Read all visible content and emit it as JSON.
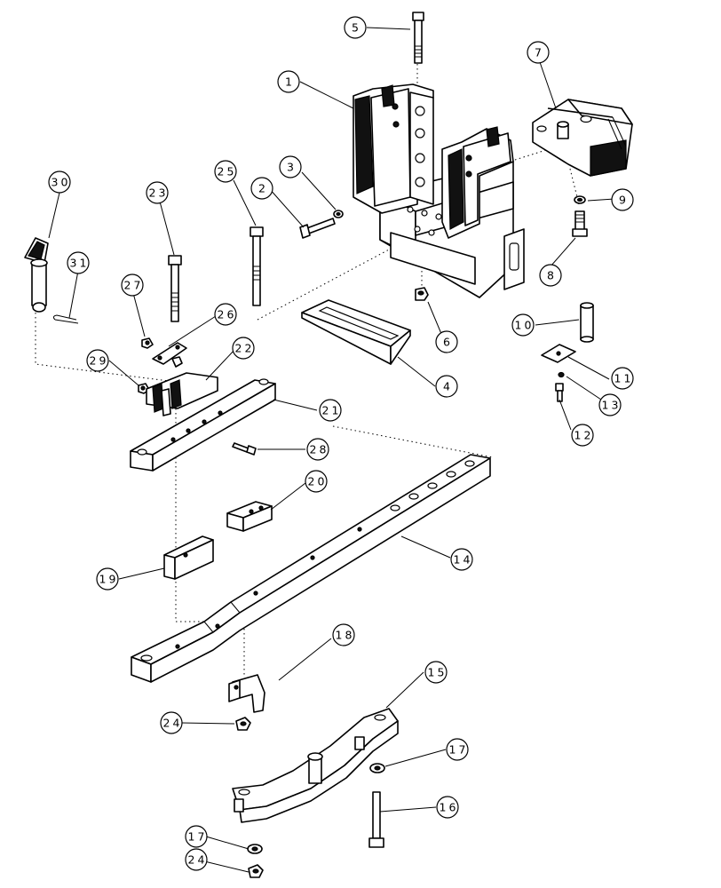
{
  "balloons": [
    {
      "label": "1"
    },
    {
      "label": "2"
    },
    {
      "label": "3"
    },
    {
      "label": "4"
    },
    {
      "label": "5"
    },
    {
      "label": "6"
    },
    {
      "label": "7"
    },
    {
      "label": "8"
    },
    {
      "label": "9"
    },
    {
      "label": "10"
    },
    {
      "label": "11"
    },
    {
      "label": "12"
    },
    {
      "label": "13"
    },
    {
      "label": "14"
    },
    {
      "label": "15"
    },
    {
      "label": "16"
    },
    {
      "label": "17"
    },
    {
      "label": "17"
    },
    {
      "label": "18"
    },
    {
      "label": "19"
    },
    {
      "label": "20"
    },
    {
      "label": "21"
    },
    {
      "label": "22"
    },
    {
      "label": "23"
    },
    {
      "label": "24"
    },
    {
      "label": "24"
    },
    {
      "label": "25"
    },
    {
      "label": "26"
    },
    {
      "label": "27"
    },
    {
      "label": "28"
    },
    {
      "label": "29"
    },
    {
      "label": "30"
    },
    {
      "label": "31"
    }
  ]
}
